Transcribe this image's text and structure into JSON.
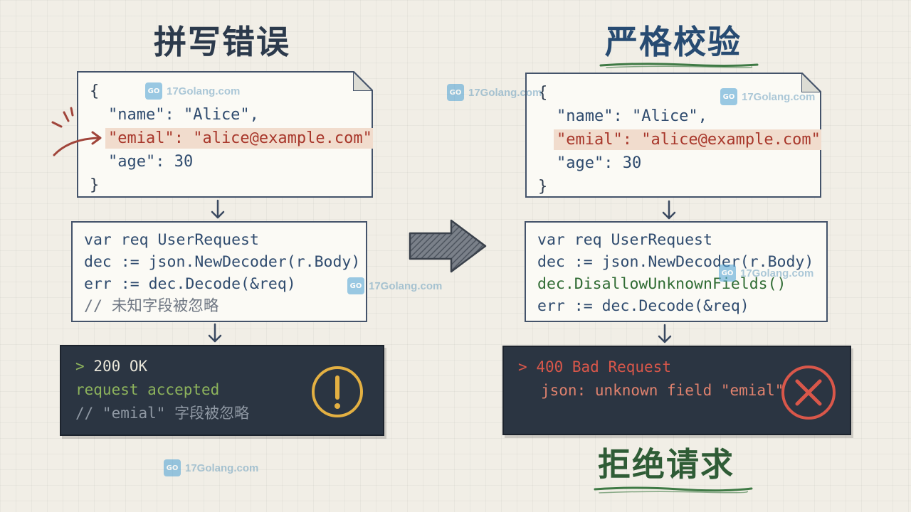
{
  "left": {
    "title": "拼写错误",
    "json_lines": [
      "{",
      "\"name\": \"Alice\",",
      "\"emial\": \"alice@example.com\",",
      "\"age\": 30",
      "}"
    ],
    "code_lines": [
      "var req UserRequest",
      "dec := json.NewDecoder(r.Body)",
      "err := dec.Decode(&req)",
      "// 未知字段被忽略"
    ],
    "terminal": {
      "prompt": ">",
      "status": "200 OK",
      "message": "request accepted",
      "comment": "// \"emial\" 字段被忽略",
      "icon": "warning-icon",
      "icon_color": "#e3b042"
    }
  },
  "right": {
    "title": "严格校验",
    "json_lines": [
      "{",
      "\"name\": \"Alice\",",
      "\"emial\": \"alice@example.com\",",
      "\"age\": 30",
      "}"
    ],
    "code_lines": [
      "var req UserRequest",
      "dec := json.NewDecoder(r.Body)",
      "dec.DisallowUnknownFields()",
      "err := dec.Decode(&req)"
    ],
    "terminal": {
      "prompt": ">",
      "status": "400 Bad Request",
      "message": "json: unknown field \"emial\"",
      "icon": "error-x-icon",
      "icon_color": "#d9574a"
    },
    "footer_title": "拒绝请求"
  },
  "watermark": {
    "text": "17Golang.com",
    "logo": "golang-logo-icon"
  },
  "colors": {
    "highlight_bg": "#f1dccd",
    "error_key": "#a8372b",
    "terminal_bg": "#2b3542",
    "ok_green": "#8db35c",
    "error_red": "#d9574a",
    "underline_green": "#3f7a45"
  }
}
